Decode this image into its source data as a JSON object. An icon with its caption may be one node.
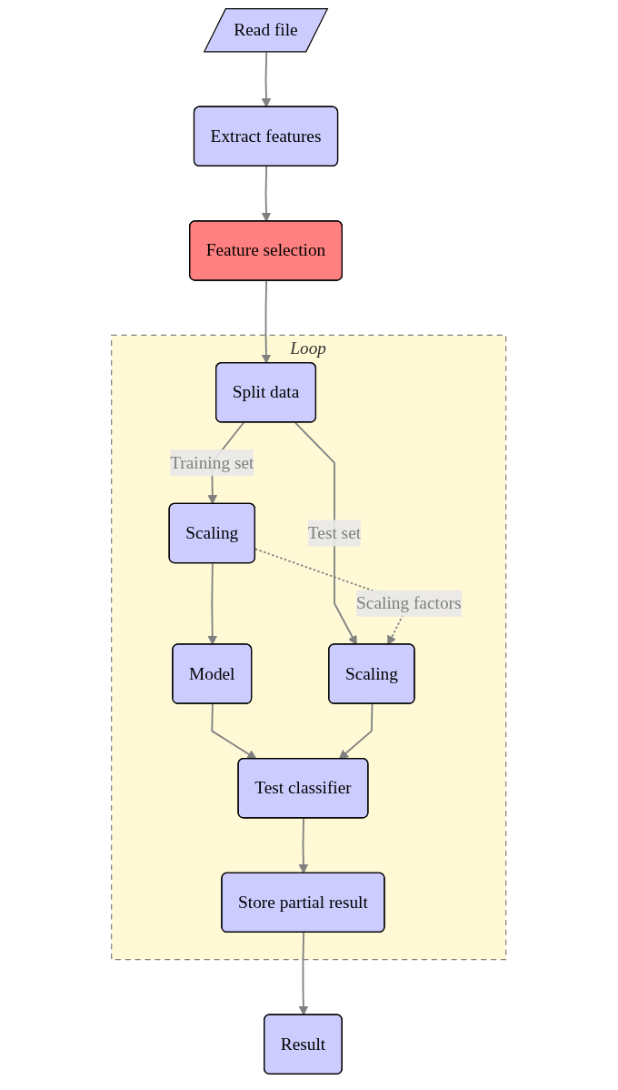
{
  "diagram": {
    "nodes": [
      {
        "text": [
          "Read file"
        ]
      },
      {
        "text": [
          "Extract features"
        ]
      },
      {
        "text": [
          "Feature selection"
        ]
      },
      {
        "text": [
          "Loop"
        ]
      },
      {
        "text": [
          "Split data"
        ],
        "in": 3
      },
      {
        "text": [
          "Scaling"
        ],
        "in": 3
      },
      {
        "text": [
          "Scaling"
        ],
        "in": 3
      },
      {
        "text": [
          "Model"
        ],
        "in": 3
      },
      {
        "text": [
          "Test classifier"
        ],
        "in": 3
      },
      {
        "text": [
          "Store partial result"
        ],
        "in": 3
      },
      {
        "text": [
          "Result"
        ]
      }
    ],
    "edges": [
      {
        "from": 0,
        "to": 1,
        "arrow": "to"
      },
      {
        "from": 1,
        "to": 2,
        "arrow": "to"
      },
      {
        "from": 2,
        "to": 4,
        "arrow": "to"
      },
      {
        "from": 4,
        "to": 5,
        "arrow": "to",
        "label": "Training set"
      },
      {
        "from": 4,
        "to": 6,
        "arrow": "to",
        "label": "Test set"
      },
      {
        "from": 5,
        "to": 6,
        "arrow": "to",
        "label": "Scaling factors",
        "style": "dashed"
      },
      {
        "from": 5,
        "to": 7,
        "arrow": "to"
      },
      {
        "from": 7,
        "to": 8,
        "arrow": "to"
      },
      {
        "from": 6,
        "to": 8,
        "arrow": "to"
      },
      {
        "from": 8,
        "to": 9,
        "arrow": "to"
      },
      {
        "from": 9,
        "to": 10,
        "arrow": "to"
      }
    ]
  }
}
